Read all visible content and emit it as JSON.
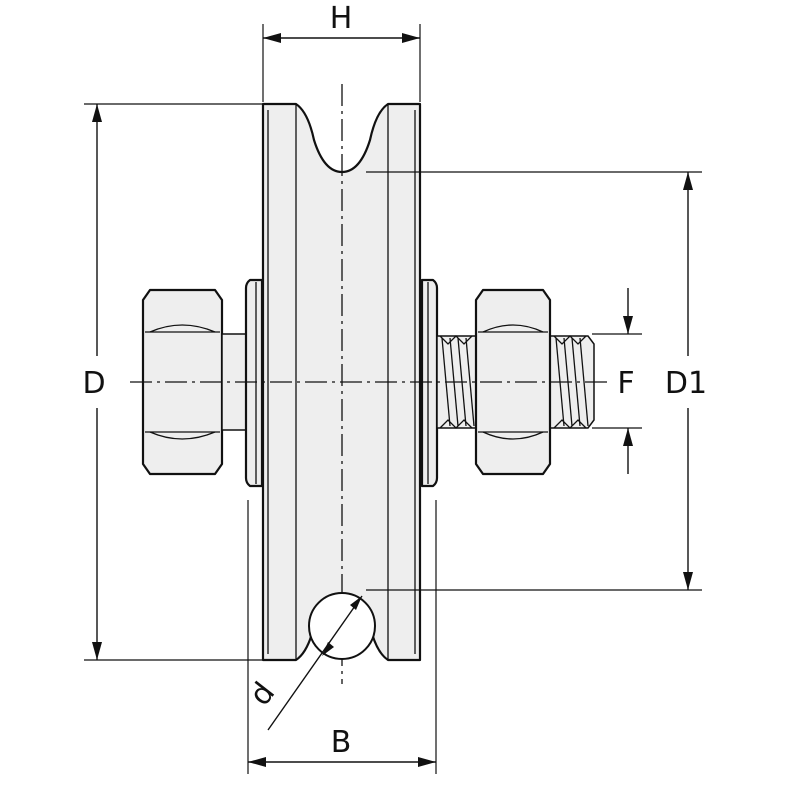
{
  "labels": {
    "H": "H",
    "D": "D",
    "D1": "D1",
    "F": "F",
    "B": "B",
    "d": "d"
  }
}
